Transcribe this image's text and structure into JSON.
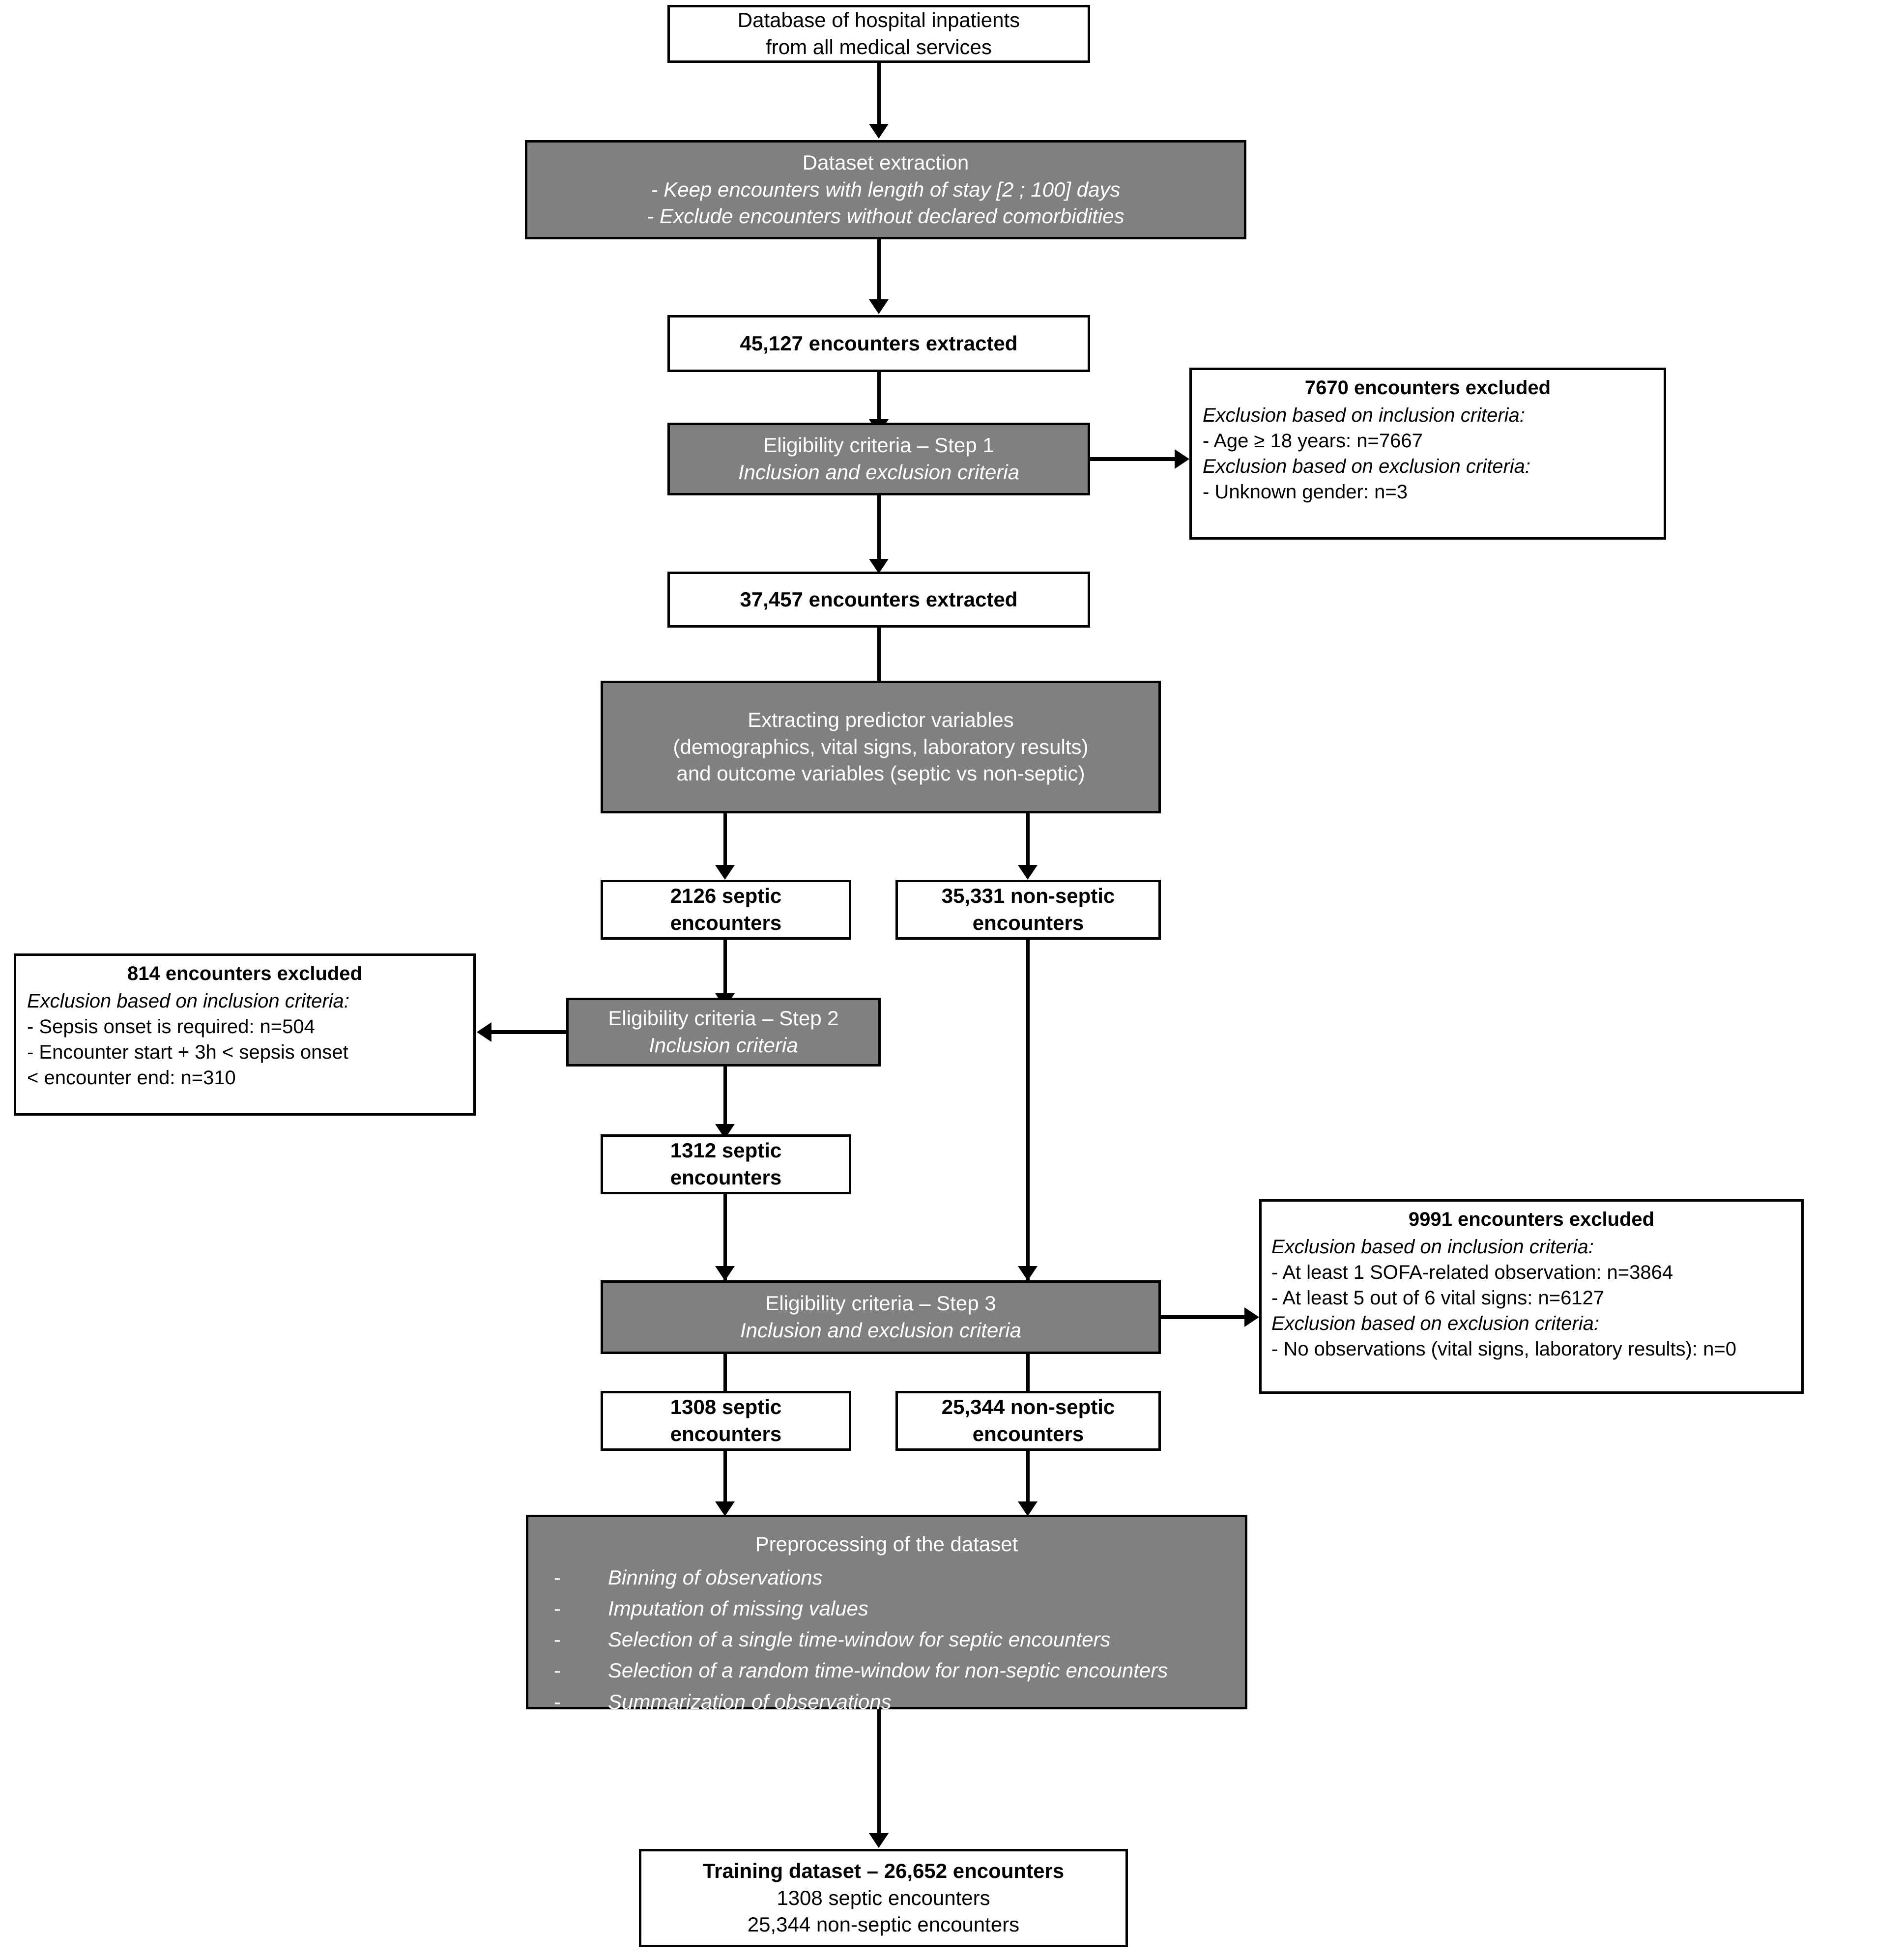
{
  "diagram": {
    "title": "Study flow diagram of cohort construction for sepsis prediction training dataset",
    "colors": {
      "process_fill": "#808080",
      "process_text": "#ffffff",
      "node_border": "#000000",
      "node_fill": "#ffffff",
      "page_background": "#ffffff"
    }
  },
  "nodes": {
    "source": {
      "type": "terminal",
      "lines": [
        "Database of hospital inpatients",
        "from all medical services"
      ]
    },
    "dataset_extraction": {
      "type": "process",
      "title": "Dataset extraction",
      "bullets": [
        "- Keep encounters with length of stay [2 ; 100] days",
        "- Exclude encounters without declared comorbidities"
      ]
    },
    "extracted_45127": {
      "type": "count",
      "label": "45,127 encounters extracted"
    },
    "eligibility_step1": {
      "type": "process",
      "title": "Eligibility criteria – Step 1",
      "subtitle": "Inclusion and exclusion criteria"
    },
    "excluded_7670": {
      "type": "exclusion",
      "heading": "7670 encounters excluded",
      "lines": [
        {
          "text": "Exclusion based on inclusion criteria:",
          "style": "italic"
        },
        {
          "text": "- Age ≥ 18 years: n=7667",
          "style": "normal"
        },
        {
          "text": "Exclusion based on exclusion criteria:",
          "style": "italic"
        },
        {
          "text": "- Unknown gender: n=3",
          "style": "normal"
        }
      ]
    },
    "extracted_37457": {
      "type": "count",
      "label": "37,457 encounters extracted"
    },
    "extracting_predictors": {
      "type": "process",
      "lines": [
        "Extracting predictor variables",
        "(demographics, vital signs, laboratory results)",
        "and outcome variables (septic vs non-septic)"
      ]
    },
    "septic_2126": {
      "type": "count",
      "lines": [
        "2126 septic",
        "encounters"
      ]
    },
    "nonseptic_35331": {
      "type": "count",
      "lines": [
        "35,331 non-septic",
        "encounters"
      ]
    },
    "eligibility_step2": {
      "type": "process",
      "title": "Eligibility criteria – Step 2",
      "subtitle": "Inclusion criteria"
    },
    "excluded_814": {
      "type": "exclusion",
      "heading": "814 encounters excluded",
      "lines": [
        {
          "text": "Exclusion based on inclusion criteria:",
          "style": "italic"
        },
        {
          "text": "- Sepsis onset is required: n=504",
          "style": "normal"
        },
        {
          "text": "- Encounter start + 3h < sepsis onset",
          "style": "normal"
        },
        {
          "text": "< encounter end: n=310",
          "style": "normal"
        }
      ]
    },
    "septic_1312": {
      "type": "count",
      "lines": [
        "1312 septic",
        "encounters"
      ]
    },
    "eligibility_step3": {
      "type": "process",
      "title": "Eligibility criteria – Step 3",
      "subtitle": "Inclusion and exclusion criteria"
    },
    "excluded_9991": {
      "type": "exclusion",
      "heading": "9991 encounters excluded",
      "lines": [
        {
          "text": "Exclusion based on inclusion criteria:",
          "style": "italic"
        },
        {
          "text": "- At least 1 SOFA-related observation: n=3864",
          "style": "normal"
        },
        {
          "text": "- At least 5 out of 6 vital signs: n=6127",
          "style": "normal"
        },
        {
          "text": "Exclusion based on exclusion criteria:",
          "style": "italic"
        },
        {
          "text": "- No observations (vital signs, laboratory results): n=0",
          "style": "normal"
        }
      ]
    },
    "septic_1308": {
      "type": "count",
      "lines": [
        "1308 septic",
        "encounters"
      ]
    },
    "nonseptic_25344": {
      "type": "count",
      "lines": [
        "25,344 non-septic",
        "encounters"
      ]
    },
    "preprocessing": {
      "type": "process",
      "title": "Preprocessing of the dataset",
      "bullet_marker": "-",
      "items": [
        "Binning of observations",
        "Imputation of missing values",
        "Selection of a single time-window for septic encounters",
        "Selection of a random time-window for non-septic encounters",
        "Summarization of observations"
      ]
    },
    "training_dataset": {
      "type": "terminal",
      "heading": "Training dataset – 26,652 encounters",
      "lines": [
        "1308 septic encounters",
        "25,344 non-septic encounters"
      ]
    }
  },
  "chart_data": {
    "type": "flowchart",
    "title": "Cohort selection flow diagram",
    "steps": [
      {
        "id": "source",
        "label": "Database of hospital inpatients from all medical services",
        "n": null,
        "kind": "source"
      },
      {
        "id": "dataset_extraction",
        "label": "Dataset extraction",
        "n": null,
        "kind": "process"
      },
      {
        "id": "extracted_45127",
        "label": "encounters extracted",
        "n": 45127,
        "kind": "count"
      },
      {
        "id": "eligibility_step1",
        "label": "Eligibility criteria – Step 1",
        "n": null,
        "kind": "process"
      },
      {
        "id": "excluded_7670",
        "label": "encounters excluded",
        "n": 7670,
        "kind": "exclusion",
        "breakdown": [
          {
            "reason": "Age ≥ 18 years",
            "n": 7667
          },
          {
            "reason": "Unknown gender",
            "n": 3
          }
        ]
      },
      {
        "id": "extracted_37457",
        "label": "encounters extracted",
        "n": 37457,
        "kind": "count"
      },
      {
        "id": "extracting_predictors",
        "label": "Extracting predictor variables and outcome variables",
        "n": null,
        "kind": "process"
      },
      {
        "id": "septic_2126",
        "label": "septic encounters",
        "n": 2126,
        "kind": "count"
      },
      {
        "id": "nonseptic_35331",
        "label": "non-septic encounters",
        "n": 35331,
        "kind": "count"
      },
      {
        "id": "eligibility_step2",
        "label": "Eligibility criteria – Step 2",
        "n": null,
        "kind": "process"
      },
      {
        "id": "excluded_814",
        "label": "encounters excluded",
        "n": 814,
        "kind": "exclusion",
        "breakdown": [
          {
            "reason": "Sepsis onset is required",
            "n": 504
          },
          {
            "reason": "Encounter start + 3h < sepsis onset < encounter end",
            "n": 310
          }
        ]
      },
      {
        "id": "septic_1312",
        "label": "septic encounters",
        "n": 1312,
        "kind": "count"
      },
      {
        "id": "eligibility_step3",
        "label": "Eligibility criteria – Step 3",
        "n": null,
        "kind": "process"
      },
      {
        "id": "excluded_9991",
        "label": "encounters excluded",
        "n": 9991,
        "kind": "exclusion",
        "breakdown": [
          {
            "reason": "At least 1 SOFA-related observation",
            "n": 3864
          },
          {
            "reason": "At least 5 out of 6 vital signs",
            "n": 6127
          },
          {
            "reason": "No observations (vital signs, laboratory results)",
            "n": 0
          }
        ]
      },
      {
        "id": "septic_1308",
        "label": "septic encounters",
        "n": 1308,
        "kind": "count"
      },
      {
        "id": "nonseptic_25344",
        "label": "non-septic encounters",
        "n": 25344,
        "kind": "count"
      },
      {
        "id": "preprocessing",
        "label": "Preprocessing of the dataset",
        "n": null,
        "kind": "process"
      },
      {
        "id": "training_dataset",
        "label": "Training dataset",
        "n": 26652,
        "kind": "terminal"
      }
    ]
  }
}
